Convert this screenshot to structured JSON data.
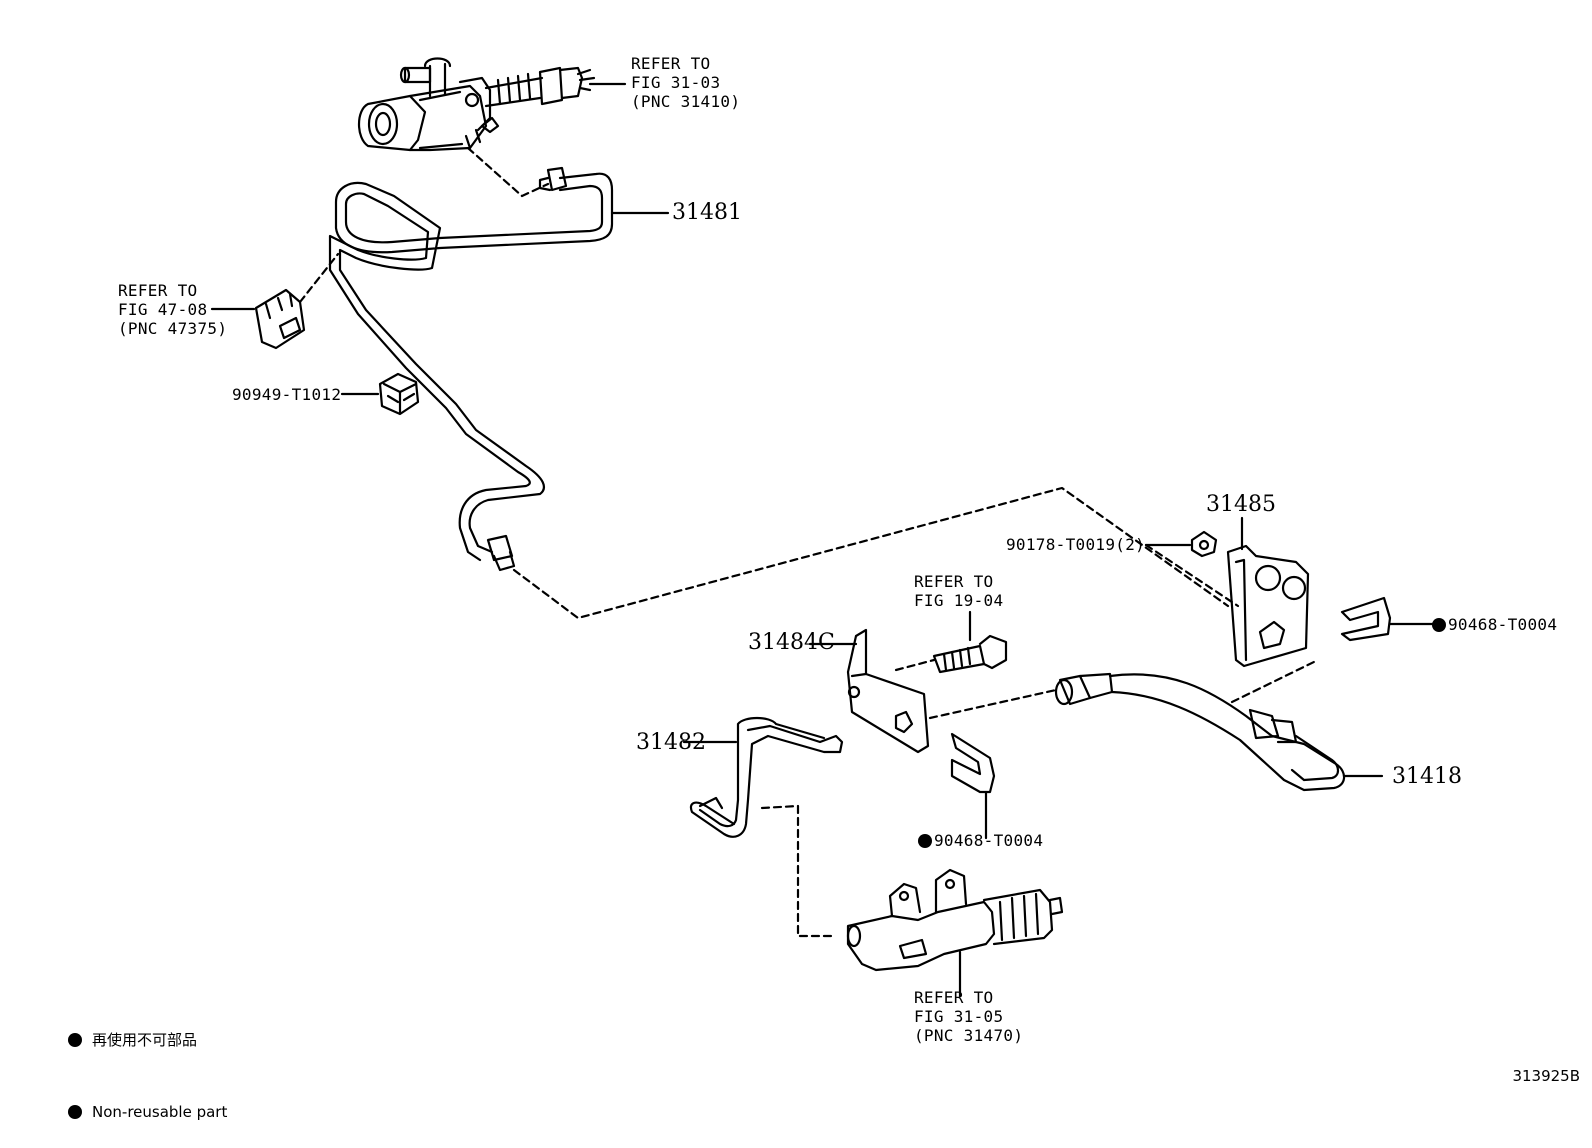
{
  "refs": {
    "top": [
      "REFER TO",
      "FIG 31-03",
      "(PNC 31410)"
    ],
    "left": [
      "REFER TO",
      "FIG 47-08",
      "(PNC 47375)"
    ],
    "mid": [
      "REFER TO",
      "FIG 19-04"
    ],
    "bottom": [
      "REFER TO",
      "FIG 31-05",
      "(PNC 31470)"
    ]
  },
  "parts": {
    "p31481": "31481",
    "p90949": "90949-T1012",
    "p31485": "31485",
    "p90178": "90178-T0019(2)",
    "p90468_right": "90468-T0004",
    "p31484c": "31484C",
    "p31482": "31482",
    "p31418": "31418",
    "p90468_bottom": "90468-T0004"
  },
  "legend": {
    "jp": "再使用不可部品",
    "en": "Non-reusable part"
  },
  "code": "313925B"
}
